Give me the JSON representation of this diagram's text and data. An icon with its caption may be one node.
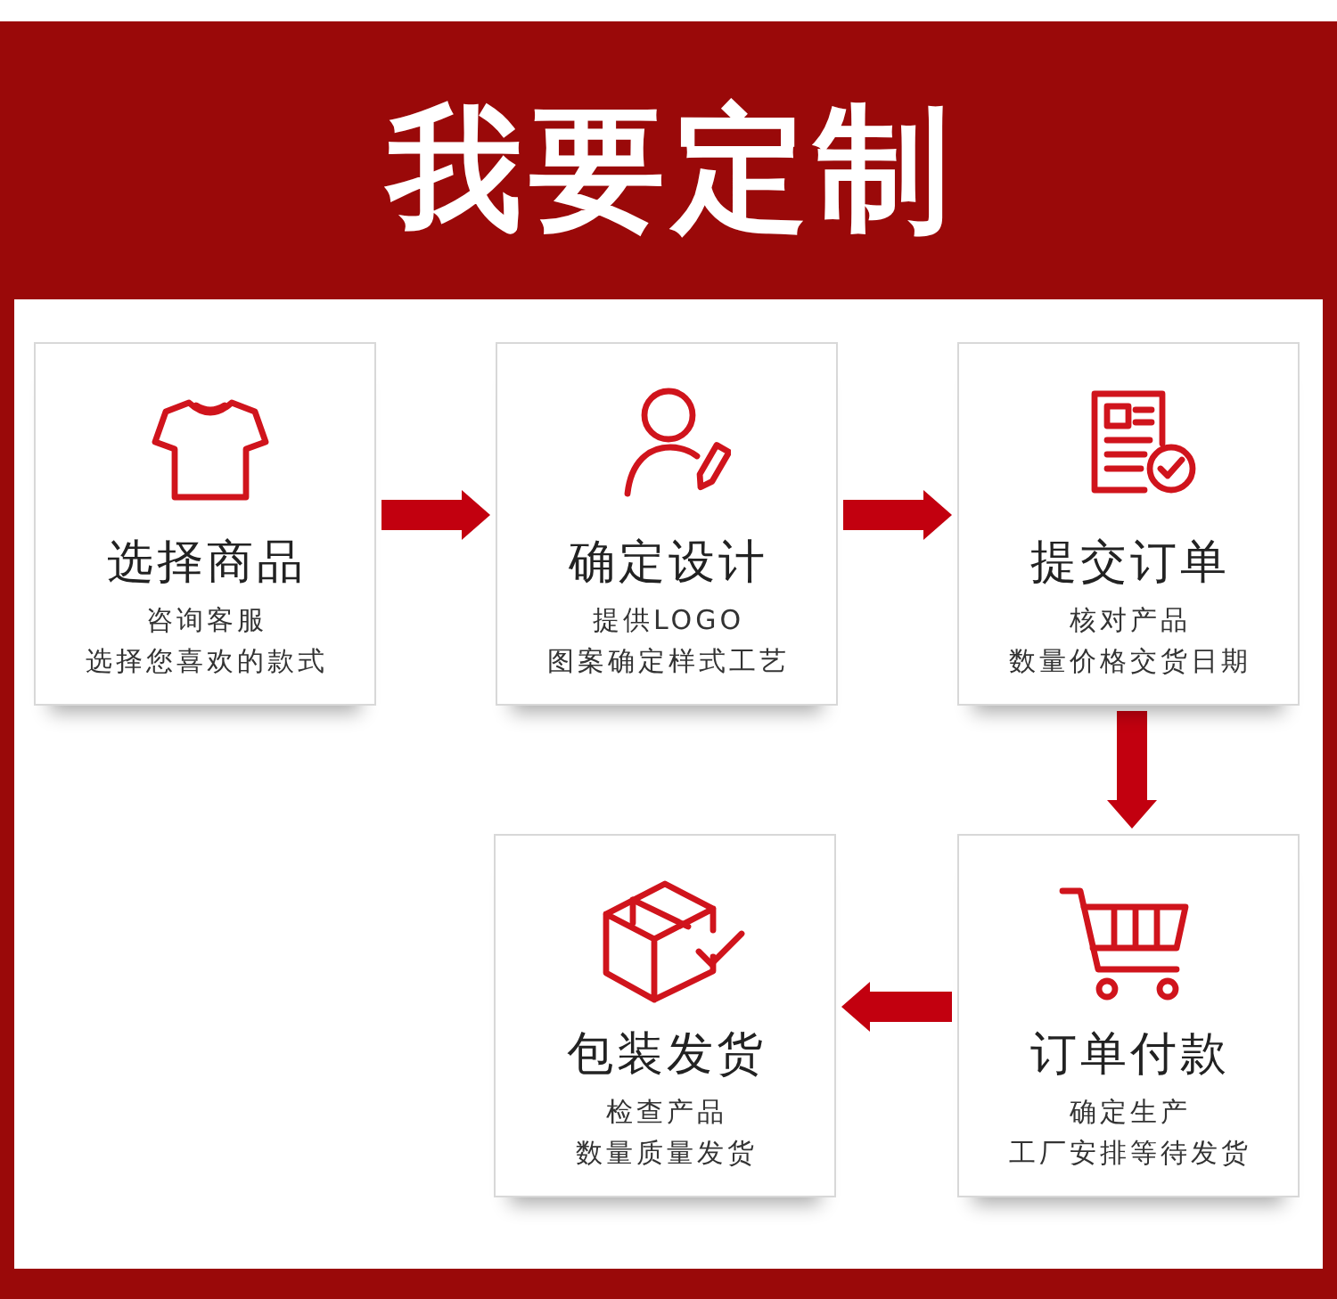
{
  "diagram": {
    "title": "我要定制",
    "nodes": [
      {
        "text": [
          "选择商品",
          "咨询客服",
          "选择您喜欢的款式"
        ]
      },
      {
        "text": [
          "确定设计",
          "提供LOGO",
          "图案确定样式工艺"
        ]
      },
      {
        "text": [
          "提交订单",
          "核对产品",
          "数量价格交货日期"
        ]
      },
      {
        "text": [
          "包装发货",
          "检查产品",
          "数量质量发货"
        ]
      },
      {
        "text": [
          "订单付款",
          "确定生产",
          "工厂安排等待发货"
        ]
      }
    ],
    "edges": [
      {
        "from": 0,
        "to": 1,
        "arrow": "to"
      },
      {
        "from": 1,
        "to": 2,
        "arrow": "to"
      },
      {
        "from": 2,
        "to": 4,
        "arrow": "to"
      },
      {
        "from": 4,
        "to": 3,
        "arrow": "to"
      }
    ]
  }
}
